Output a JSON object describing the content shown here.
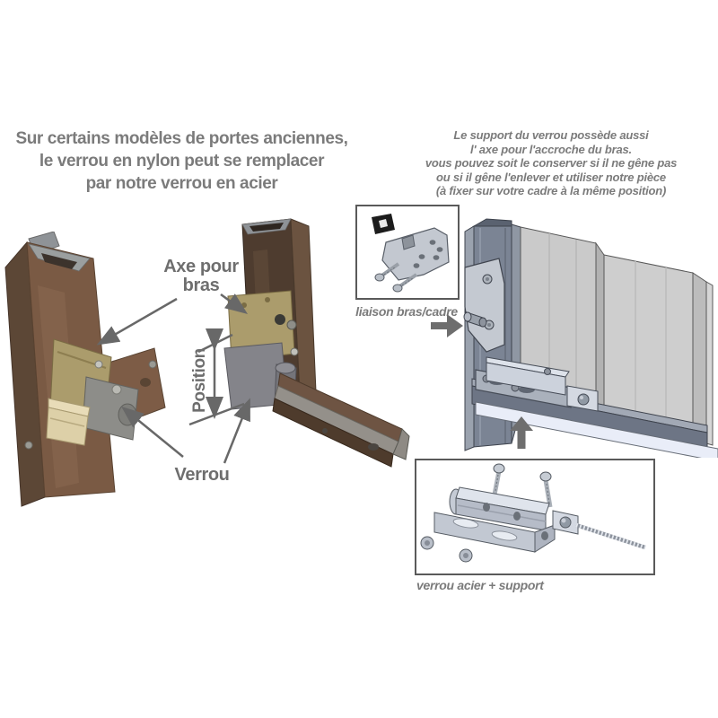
{
  "title": {
    "lines": [
      "Sur certains modèles de portes anciennes,",
      "le verrou en nylon peut se remplacer",
      "par notre verrou en acier"
    ]
  },
  "note": {
    "lines": [
      "Le support du verrou possède aussi",
      "l' axe pour l'accroche du bras.",
      "vous pouvez soit le conserver si il ne gêne pas",
      "ou si il gêne l'enlever et utiliser notre pièce",
      "(à fixer sur votre cadre à la même position)"
    ]
  },
  "left_figure": {
    "label_axe": {
      "lines": [
        "Axe pour",
        "bras"
      ]
    },
    "label_position": "Position",
    "label_verrou": "Verrou"
  },
  "liaison_box": {
    "caption": "liaison bras/cadre"
  },
  "verrou_box": {
    "caption": "verrou acier + support"
  },
  "icons": {
    "right_arrow": "solid gray arrow pointing right",
    "up_arrow": "solid gray arrow pointing up",
    "leader_arrows": "thin gray leader arrows with triangular heads",
    "dimension_arrow": "vertical double-headed measurement arrow"
  },
  "colors": {
    "text_gray": "#7b7b7b",
    "label_gray": "#6e6e6e",
    "arrow_gray": "#686868",
    "box_border": "#5a5a5a",
    "cad_metal_blue": "#7b8494",
    "cad_panel_gray": "#cacaca",
    "cad_sill_light": "#e9edf8",
    "photo_brown": "#7a5a44",
    "photo_dark_brown": "#4e3c2f",
    "photo_brass": "#ab9c6c",
    "photo_cast_gray": "#8d8d89",
    "photo_nylon": "#ddd0a8"
  }
}
